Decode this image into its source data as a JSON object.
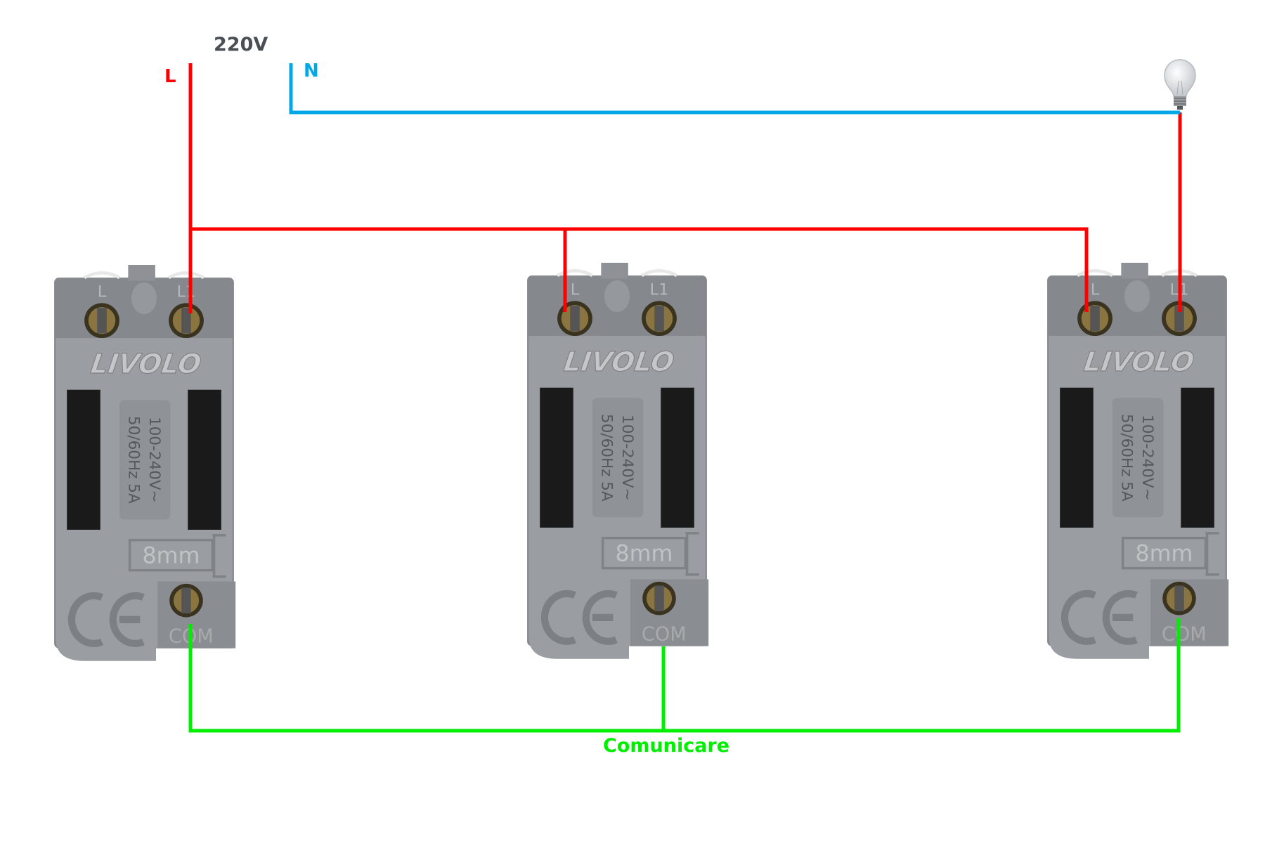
{
  "supply": {
    "voltage": "220V",
    "live_label": "L",
    "neutral_label": "N"
  },
  "load": {
    "icon": "light-bulb-icon"
  },
  "bus_label": "Comunicare",
  "colors": {
    "live": "#ff0000",
    "neutral": "#00a8e8",
    "communication": "#00ee00",
    "voltage_text": "#4a4f55"
  },
  "switches": [
    {
      "brand": "LIVOLO",
      "terminal_l": "L",
      "terminal_l1": "L1",
      "terminal_com": "COM",
      "rating_line1": "100-240V~",
      "rating_line2": "50/60Hz 5A",
      "strip_length": "8mm",
      "mark": "CE"
    },
    {
      "brand": "LIVOLO",
      "terminal_l": "L",
      "terminal_l1": "L1",
      "terminal_com": "COM",
      "rating_line1": "100-240V~",
      "rating_line2": "50/60Hz 5A",
      "strip_length": "8mm",
      "mark": "CE"
    },
    {
      "brand": "LIVOLO",
      "terminal_l": "L",
      "terminal_l1": "L1",
      "terminal_com": "COM",
      "rating_line1": "100-240V~",
      "rating_line2": "50/60Hz 5A",
      "strip_length": "8mm",
      "mark": "CE"
    }
  ]
}
